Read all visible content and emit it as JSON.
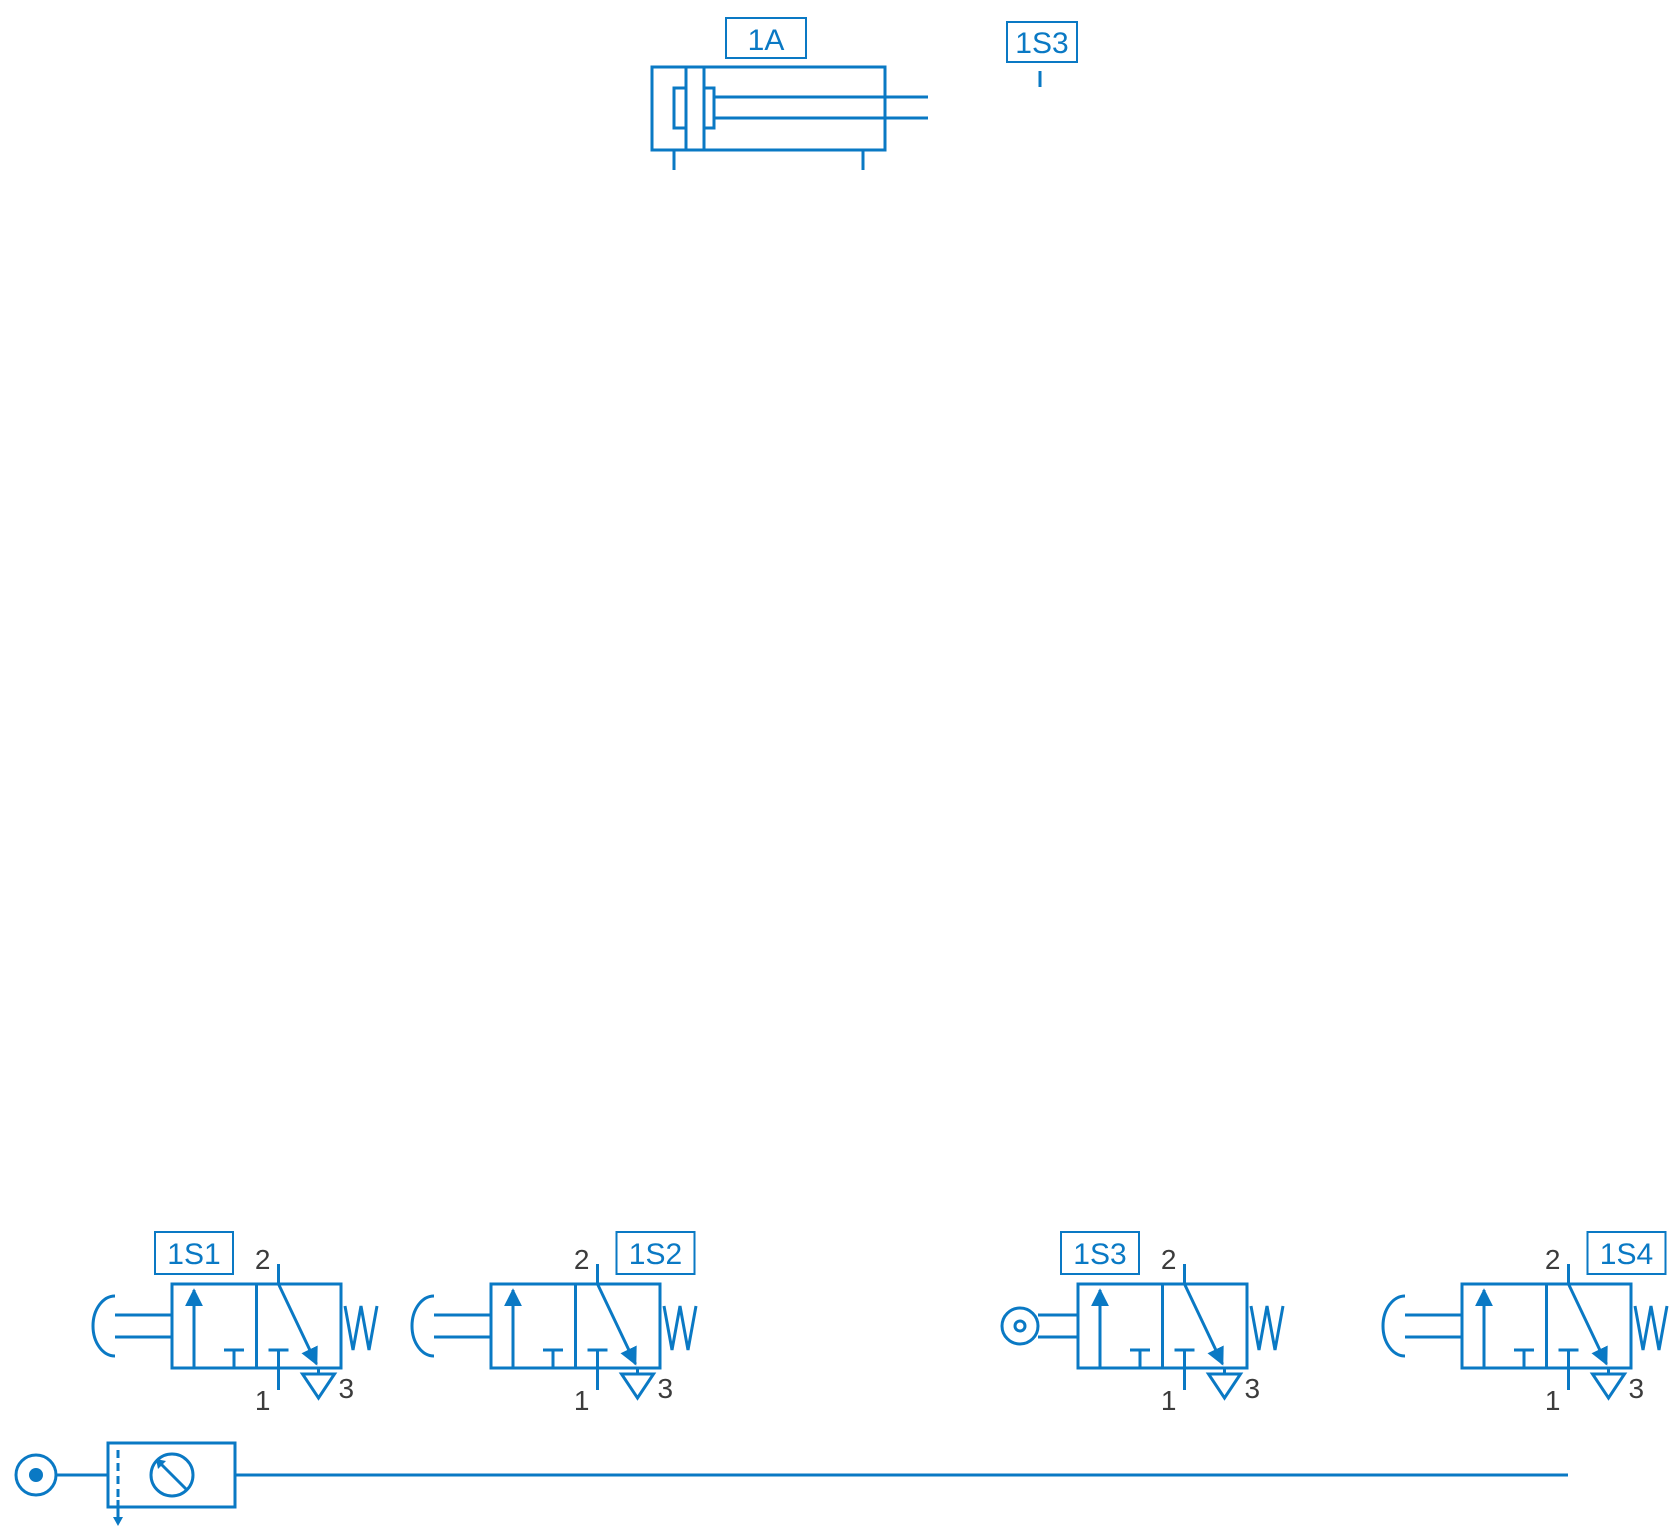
{
  "colors": {
    "line": "#0a79c4",
    "port_label": "#3c3c3c",
    "background": "#ffffff"
  },
  "cylinder": {
    "tag": "1A"
  },
  "limit_switch_marker": {
    "tag": "1S3"
  },
  "valves": [
    {
      "tag": "1S1",
      "actuator": "push-button",
      "port_in": "1",
      "port_out": "2",
      "port_exhaust": "3"
    },
    {
      "tag": "1S2",
      "actuator": "push-button",
      "port_in": "1",
      "port_out": "2",
      "port_exhaust": "3"
    },
    {
      "tag": "1S3",
      "actuator": "roller",
      "port_in": "1",
      "port_out": "2",
      "port_exhaust": "3"
    },
    {
      "tag": "1S4",
      "actuator": "push-button",
      "port_in": "1",
      "port_out": "2",
      "port_exhaust": "3"
    }
  ],
  "supply": {
    "source_icon": "pressure-source-icon",
    "unit_icon": "service-unit-icon"
  }
}
